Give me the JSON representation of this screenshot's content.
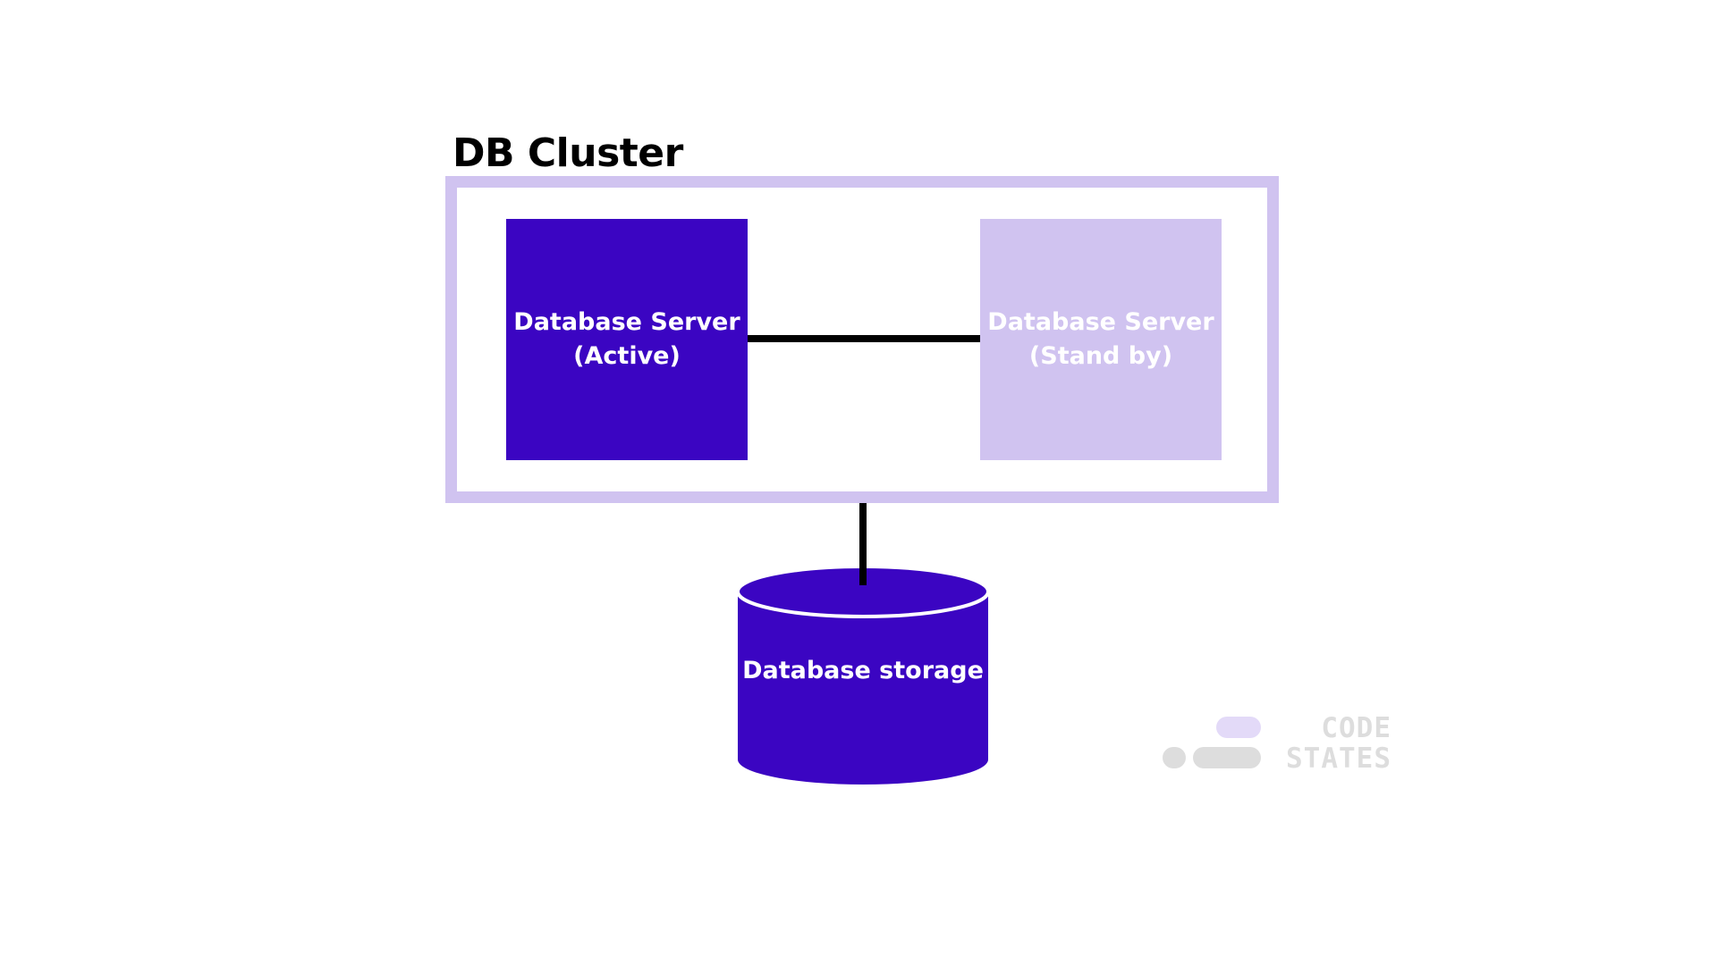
{
  "cluster": {
    "title": "DB Cluster",
    "border_color": "#d0c3f0"
  },
  "servers": [
    {
      "line1": "Database Server",
      "line2": "(Active)",
      "color": "#3b05c2"
    },
    {
      "line1": "Database Server",
      "line2": "(Stand by)",
      "color": "#d0c3f0"
    }
  ],
  "storage": {
    "label": "Database storage",
    "color": "#3b05c2"
  },
  "connector_color": "#000000",
  "logo": {
    "line1": "CODE",
    "line2": "STATES",
    "accent_color": "#e3daf8",
    "gray_color": "#dddddd"
  }
}
